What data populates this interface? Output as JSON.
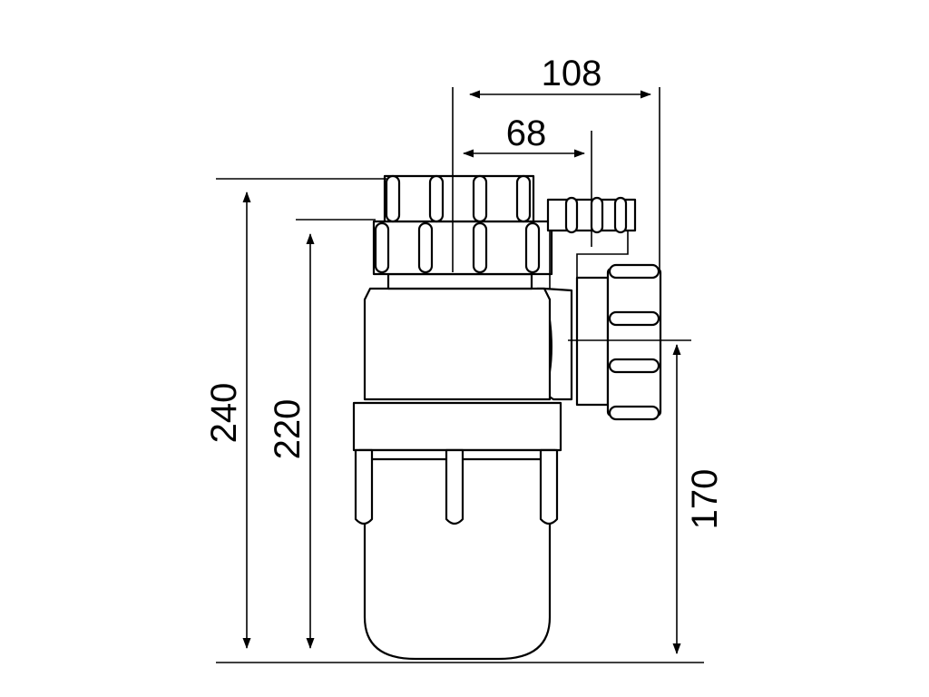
{
  "dimensions": {
    "width_overall": "108",
    "width_outlet": "68",
    "height_overall": "240",
    "height_body": "220",
    "height_outlet": "170"
  }
}
